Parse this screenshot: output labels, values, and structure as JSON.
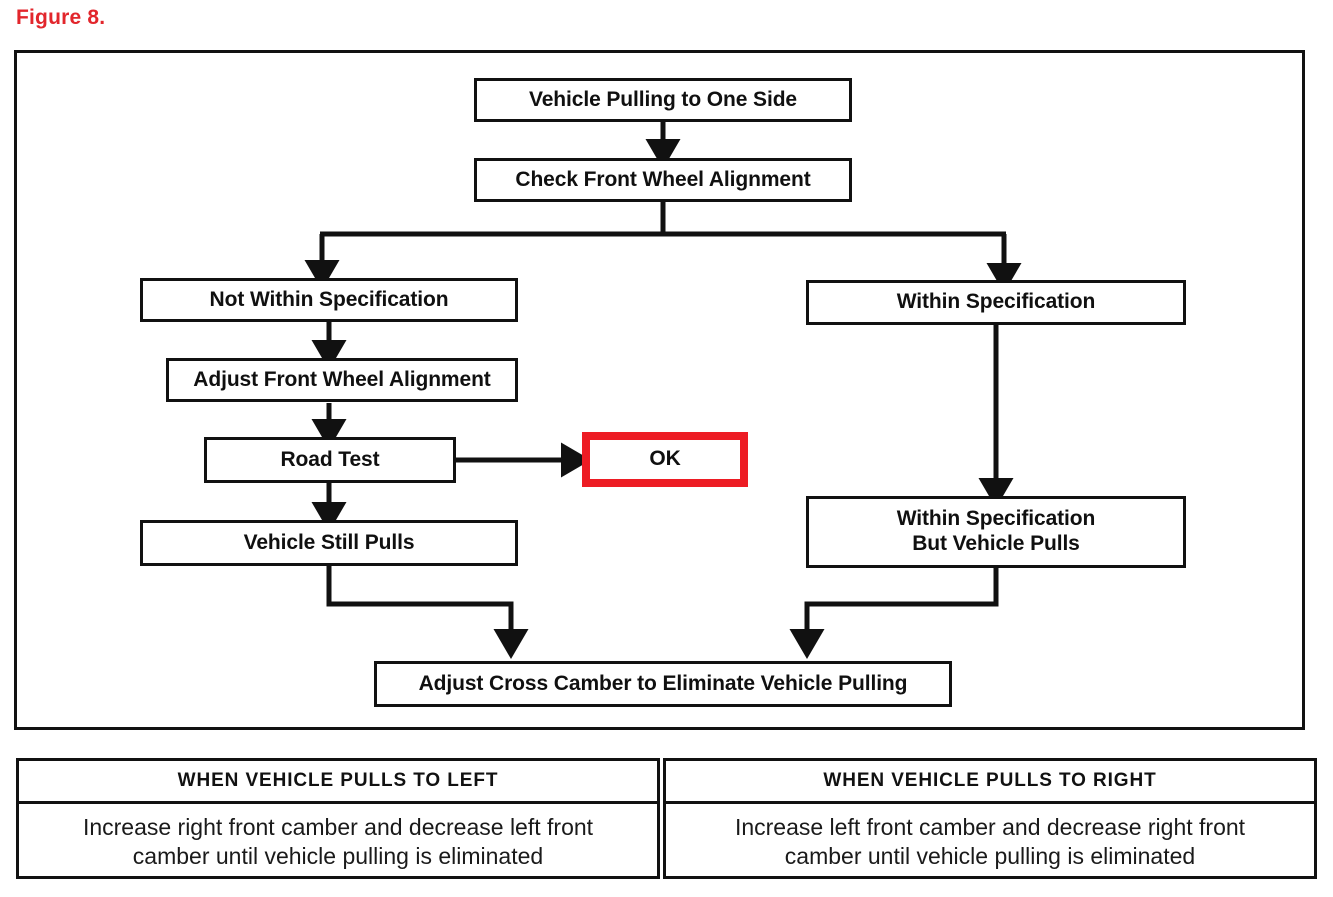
{
  "figure": {
    "label": "Figure 8.",
    "label_color": "#e2262c"
  },
  "flowchart": {
    "accent_color": "#ed1c24",
    "line_color": "#111111",
    "nodes": [
      {
        "id": "vehicle-pulling",
        "label": "Vehicle Pulling to One Side"
      },
      {
        "id": "check-alignment",
        "label": "Check Front Wheel Alignment"
      },
      {
        "id": "not-within-spec",
        "label": "Not Within Specification"
      },
      {
        "id": "adjust-alignment",
        "label": "Adjust Front Wheel Alignment"
      },
      {
        "id": "road-test",
        "label": "Road Test"
      },
      {
        "id": "vehicle-still-pulls",
        "label": "Vehicle Still Pulls"
      },
      {
        "id": "ok",
        "label": "OK"
      },
      {
        "id": "within-spec",
        "label": "Within Specification"
      },
      {
        "id": "within-spec-but-pulls-1",
        "label": "Within Specification"
      },
      {
        "id": "within-spec-but-pulls-2",
        "label": "But Vehicle Pulls"
      },
      {
        "id": "adjust-cross-camber",
        "label": "Adjust Cross Camber to Eliminate Vehicle Pulling"
      }
    ]
  },
  "spec_table": {
    "columns": [
      {
        "header": "WHEN VEHICLE PULLS TO LEFT",
        "body_line1": "Increase right front camber and decrease left front",
        "body_line2": "camber until vehicle pulling is eliminated"
      },
      {
        "header": "WHEN VEHICLE PULLS TO RIGHT",
        "body_line1": "Increase left front camber and decrease right front",
        "body_line2": "camber until vehicle pulling is eliminated"
      }
    ]
  }
}
